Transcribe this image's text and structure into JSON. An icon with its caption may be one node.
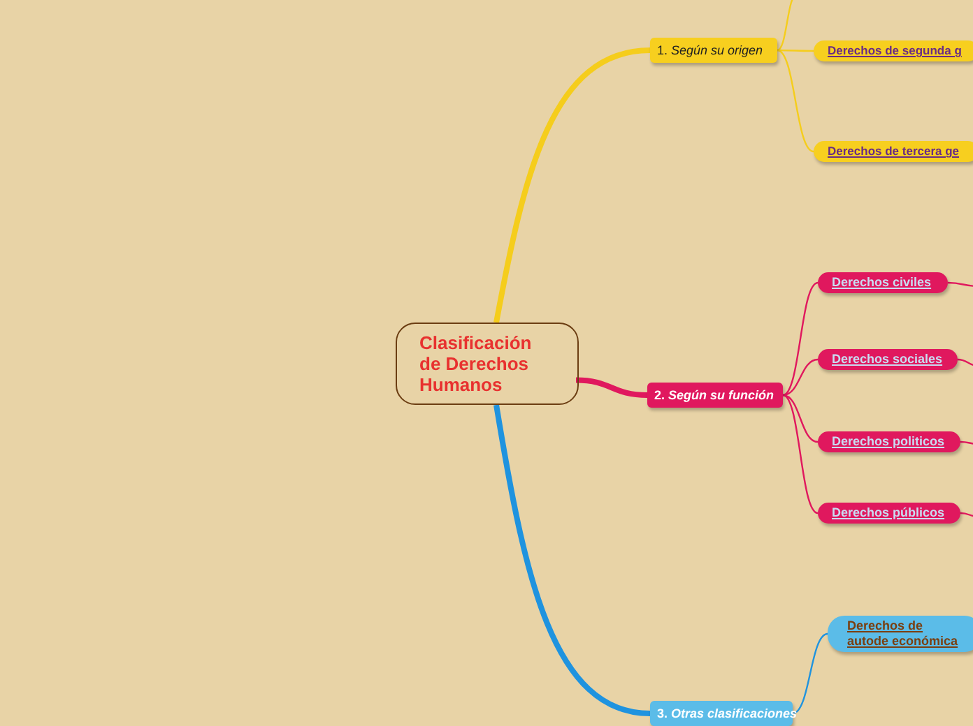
{
  "diagram": {
    "nodes": [
      {
        "text": [
          "Clasificación de Derechos Humanos"
        ]
      },
      {
        "text": [
          "1. *Según su origen*"
        ]
      },
      {
        "text": [
          "Derechos de segunda g"
        ]
      },
      {
        "text": [
          "Derechos de tercera ge"
        ]
      },
      {
        "text": [
          "2. *Según su función*"
        ]
      },
      {
        "text": [
          "Derechos civiles"
        ]
      },
      {
        "text": [
          "Derechos sociales"
        ]
      },
      {
        "text": [
          "Derechos politicos"
        ]
      },
      {
        "text": [
          "Derechos públicos"
        ]
      },
      {
        "text": [
          "Derechos de autode económica"
        ]
      },
      {
        "text": [
          "3. *Otras clasificaciones*"
        ]
      }
    ],
    "edges": [
      {
        "from": 0,
        "to": 1,
        "arrow": "none",
        "style": "thick",
        "color": "#f5cd1c"
      },
      {
        "from": 1,
        "to": null,
        "arrow": "none",
        "color": "#f5cd1c"
      },
      {
        "from": 1,
        "to": 2,
        "arrow": "none",
        "color": "#f5cd1c"
      },
      {
        "from": 1,
        "to": 3,
        "arrow": "none",
        "color": "#f5cd1c"
      },
      {
        "from": 0,
        "to": 4,
        "arrow": "none",
        "style": "thick"
      },
      {
        "from": 4,
        "to": 5,
        "arrow": "none"
      },
      {
        "from": 4,
        "to": 6,
        "arrow": "none"
      },
      {
        "from": 4,
        "to": 7,
        "arrow": "none"
      },
      {
        "from": 4,
        "to": 8,
        "arrow": "none"
      },
      {
        "from": 5,
        "to": null,
        "arrow": "none"
      },
      {
        "from": 6,
        "to": null,
        "arrow": "none"
      },
      {
        "from": 7,
        "to": null,
        "arrow": "none"
      },
      {
        "from": 8,
        "to": null,
        "arrow": "none"
      },
      {
        "from": 0,
        "to": 10,
        "arrow": "none",
        "style": "thick",
        "color": "#1f93df"
      },
      {
        "from": 10,
        "to": 9,
        "arrow": "none",
        "color": "#1f93df"
      }
    ]
  }
}
